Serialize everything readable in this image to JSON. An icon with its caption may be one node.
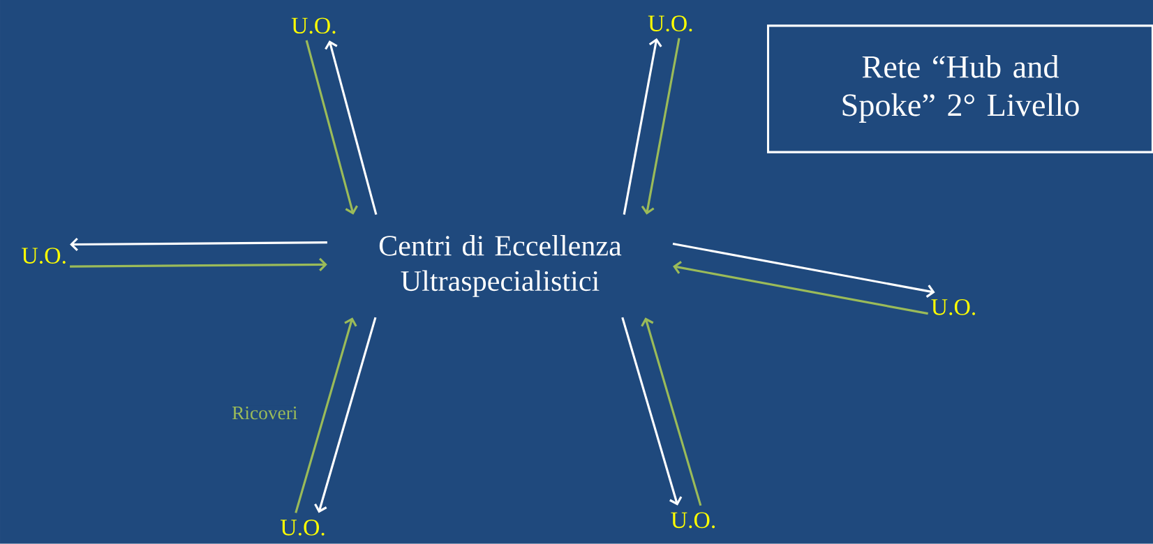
{
  "diagram": {
    "nodes": [
      {
        "text": [
          "Centri di Eccellenza Ultraspecialistici"
        ]
      },
      {
        "text": [
          "U.O."
        ]
      },
      {
        "text": [
          "U.O."
        ]
      },
      {
        "text": [
          "U.O."
        ]
      },
      {
        "text": [
          "U.O."
        ]
      },
      {
        "text": [
          "U.O."
        ]
      },
      {
        "text": [
          "U.O."
        ]
      },
      {
        "text": [
          "Rete “Hub and Spoke” 2° Livello"
        ]
      }
    ],
    "edges": [
      {
        "from": 0,
        "to": 1,
        "arrow": "to"
      },
      {
        "from": 1,
        "to": 0,
        "arrow": "to",
        "color": "#9bbb59"
      },
      {
        "from": 0,
        "to": 2,
        "arrow": "to"
      },
      {
        "from": 2,
        "to": 0,
        "arrow": "to",
        "color": "#9bbb59"
      },
      {
        "from": 0,
        "to": 3,
        "arrow": "to"
      },
      {
        "from": 3,
        "to": 0,
        "arrow": "to",
        "color": "#9bbb59"
      },
      {
        "from": 0,
        "to": 4,
        "arrow": "to"
      },
      {
        "from": 4,
        "to": 0,
        "arrow": "to",
        "color": "#9bbb59"
      },
      {
        "from": 0,
        "to": 5,
        "arrow": "to"
      },
      {
        "from": 5,
        "to": 0,
        "arrow": "to",
        "color": "#9bbb59",
        "label": "Ricoveri"
      },
      {
        "from": 0,
        "to": 6,
        "arrow": "to"
      },
      {
        "from": 6,
        "to": 0,
        "arrow": "to",
        "color": "#9bbb59"
      }
    ]
  }
}
